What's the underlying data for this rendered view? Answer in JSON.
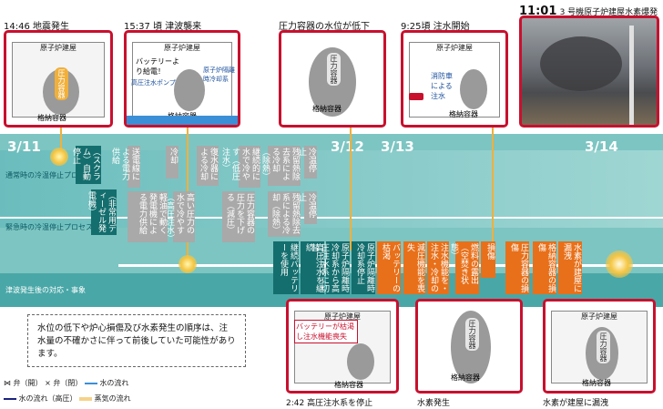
{
  "top_events": [
    {
      "time": "14:46",
      "label": "地震発生"
    },
    {
      "time": "15:37 頃",
      "label": "津波襲来"
    },
    {
      "time": "",
      "label": "圧力容器の水位が低下"
    },
    {
      "time": "9:25頃",
      "label": "注水開始"
    },
    {
      "time": "11:01",
      "label": "3 号機原子炉建屋水素爆発"
    }
  ],
  "dates": [
    "3/11",
    "3/12",
    "3/13",
    "3/14"
  ],
  "lanes": [
    "通常時の冷温停止プロセス",
    "緊急時の冷温停止プロセス",
    "津波発生後の対応・事象"
  ],
  "panel_texts": {
    "building": "原子炉建屋",
    "pressure_vessel": "圧力容器",
    "containment": "格納容器",
    "battery": "バッテリーより給電！",
    "hp_injection": "高圧注水ポンプ",
    "isolation": "原子炉隔離時冷却系",
    "fire_truck": "消防車による注水",
    "battery_dead": "バッテリーが枯渇し注水機能喪失"
  },
  "boxes_teal_top": [
    "（スクラム）自動停止",
    "（非常用ディーゼル発電機）"
  ],
  "boxes_gray": [
    "送電線による電力供給",
    "冷却",
    "高い圧力の水で冷やす（高圧注水）",
    "復水器による冷却",
    "圧力容器の圧力を下げる（減圧）",
    "継続的に水で冷やす（低圧注水）",
    "残留熱除去系による冷却（除熱）",
    "冷温停止",
    "残留熱除去系による冷却（除熱）",
    "冷温停止",
    "軽油で動く発電機による電力供給"
  ],
  "boxes_teal_bottom": [
    "継続バッテリーを使用",
    "高圧注水を継続",
    "原子炉隔離時冷却系から高圧注水系に切替",
    "原子炉隔離時冷却系停止"
  ],
  "boxes_orange": [
    "バッテリーの枯渇",
    "減圧機能を喪失",
    "注水機能を・注水・冷却の",
    "燃料の露出（空焚き状態）",
    "損傷",
    "圧力容器の損傷",
    "格納容器の損傷",
    "水素が建屋に漏洩"
  ],
  "bottom_captions": [
    "2:42 高圧注水系を停止",
    "水素発生",
    "水素が建屋に漏洩"
  ],
  "note": "水位の低下や炉心損傷及び水素発生の順序は、注水量の不確かさに伴って前後していた可能性があります。",
  "legend": {
    "valve": "弁（開）",
    "valve_closed": "弁（閉）",
    "water_flow": "水の流れ",
    "water_flow_hp": "水の流れ（高圧）",
    "steam_flow": "蒸気の流れ"
  },
  "colors": {
    "teal_band": "#7cc4c4",
    "teal_dark": "#146e6e",
    "gray_box": "#a9a9a9",
    "orange_box": "#e8701a",
    "frame_red": "#c8102e",
    "connector": "#f0b03c"
  }
}
